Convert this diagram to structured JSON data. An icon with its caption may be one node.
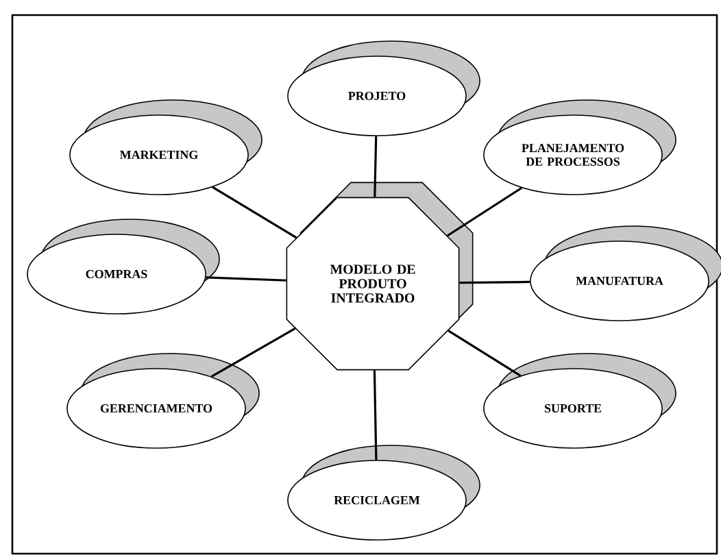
{
  "diagram": {
    "nodes": [
      {
        "text": [
          "PROJETO"
        ]
      },
      {
        "text": [
          "MARKETING"
        ]
      },
      {
        "text": [
          "PLANEJAMENTO DE PROCESSOS"
        ]
      },
      {
        "text": [
          "COMPRAS"
        ]
      },
      {
        "text": [
          "MODELO DE PRODUTO INTEGRADO"
        ]
      },
      {
        "text": [
          "MANUFATURA"
        ]
      },
      {
        "text": [
          "GERENCIAMENTO"
        ]
      },
      {
        "text": [
          "SUPORTE"
        ]
      },
      {
        "text": [
          "RECICLAGEM"
        ]
      }
    ],
    "edges": [
      {
        "from": 4,
        "to": 0,
        "arrow": "none"
      },
      {
        "from": 4,
        "to": 1,
        "arrow": "none"
      },
      {
        "from": 4,
        "to": 2,
        "arrow": "none"
      },
      {
        "from": 4,
        "to": 3,
        "arrow": "none"
      },
      {
        "from": 4,
        "to": 5,
        "arrow": "none"
      },
      {
        "from": 4,
        "to": 6,
        "arrow": "none"
      },
      {
        "from": 4,
        "to": 7,
        "arrow": "none"
      },
      {
        "from": 4,
        "to": 8,
        "arrow": "none"
      }
    ]
  }
}
